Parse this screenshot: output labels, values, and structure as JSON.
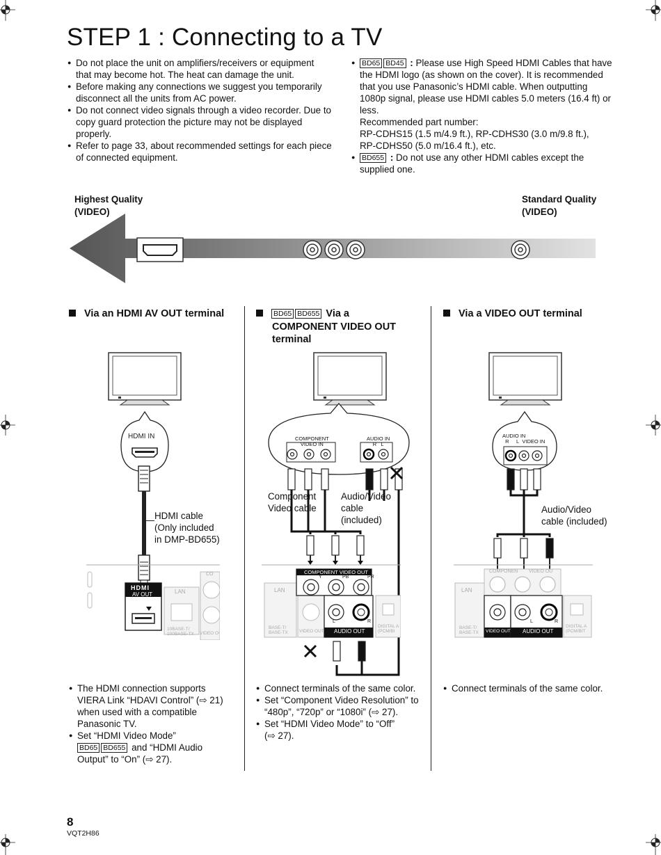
{
  "title": "STEP 1 : Connecting to a TV",
  "left_notes": [
    "Do not place the unit on amplifiers/receivers or equipment that may become hot. The heat can damage the unit.",
    "Before making any connections we suggest you temporarily disconnect all the units from AC power.",
    "Do not connect video signals through a video recorder. Due to copy guard protection the picture may not be displayed properly.",
    "Refer to page 33, about recommended settings for each piece of connected equipment."
  ],
  "right_notes": {
    "tag_bd65": "BD65",
    "tag_bd45": "BD45",
    "tag_bd655": "BD655",
    "colon": ":",
    "hdmi_note": "Please use High Speed HDMI Cables that have the HDMI logo (as shown on the cover). It is recommended that you use Panasonic’s HDMI cable. When outputting 1080p signal, please use HDMI cables 5.0 meters (16.4 ft) or less.",
    "recommended": "Recommended part number:",
    "parts_1": "RP-CDHS15 (1.5 m/4.9 ft.), RP-CDHS30 (3.0 m/9.8 ft.),",
    "parts_2": "RP-CDHS50 (5.0 m/16.4 ft.), etc.",
    "bd655_note": "Do not use any other HDMI cables except the supplied one."
  },
  "quality": {
    "highest_1": "Highest Quality",
    "highest_2": "(VIDEO)",
    "standard_1": "Standard Quality",
    "standard_2": "(VIDEO)"
  },
  "sections": {
    "hdmi_head": "Via an HDMI AV OUT terminal",
    "comp_head_1": "Via a",
    "comp_head_2": "COMPONENT VIDEO OUT",
    "comp_head_3": "terminal",
    "video_head": "Via a VIDEO OUT terminal"
  },
  "diagram": {
    "hdmi_in": "HDMI IN",
    "hdmi_cable_1": "HDMI cable",
    "hdmi_cable_2": "(Only included",
    "hdmi_cable_3": "in DMP-BD655)",
    "hdmi_logo": "HDMI",
    "av_out": "AV OUT",
    "lan": "LAN",
    "base_1": "10BASE-T/",
    "base_2": "100BASE-TX",
    "video_out": "VIDEO OUT",
    "comp_frag": "CO",
    "comp_video_in_1": "COMPONENT",
    "comp_video_in_2": "VIDEO IN",
    "audio_in": "AUDIO IN",
    "r": "R",
    "l": "L",
    "comp_cable_1": "Component",
    "comp_cable_2": "Video cable",
    "av_cable_1": "Audio/Video",
    "av_cable_2": "cable",
    "av_cable_3": "(included)",
    "comp_video_out": "COMPONENT VIDEO OUT",
    "y": "Y",
    "pb": "PB",
    "pr": "PR",
    "audio_out": "AUDIO OUT",
    "digital_1": "DIGITAL A",
    "digital_2": "(PCM/BI",
    "base_t": "BASE-T/",
    "base_tx": "BASE-TX",
    "video_in": "VIDEO IN",
    "av_cable_r1": "Audio/Video",
    "av_cable_r2": "cable (included)",
    "componen": "COMPONEN",
    "video_ou": "VIDEO OU",
    "digital_r1": "DIGITAL A",
    "digital_r2": "(PCM/BIT"
  },
  "bottom": {
    "hdmi_1a": "The HDMI connection supports",
    "hdmi_1b": "VIERA Link “HDAVI Control” (⇨ 21)",
    "hdmi_1c": "when used with a compatible",
    "hdmi_1d": "Panasonic TV.",
    "hdmi_2a": "Set “HDMI Video Mode”",
    "hdmi_2b": "and “HDMI Audio",
    "hdmi_2c": "Output” to “On” (⇨ 27).",
    "comp_1": "Connect terminals of the same color.",
    "comp_2a": "Set “Component Video Resolution” to",
    "comp_2b": "“480p”, “720p” or “1080i” (⇨ 27).",
    "comp_3a": "Set “HDMI Video Mode” to “Off”",
    "comp_3b": "(⇨ 27).",
    "video_1": "Connect terminals of the same color."
  },
  "footer": {
    "page": "8",
    "code": "VQT2H86"
  }
}
